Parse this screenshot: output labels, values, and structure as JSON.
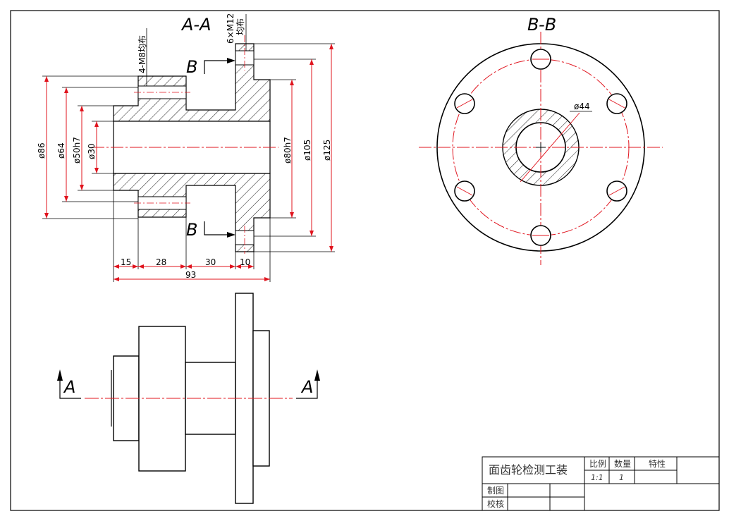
{
  "views": {
    "section_aa": "A-A",
    "section_bb": "B-B",
    "cut_a_left": "A",
    "cut_a_right": "A",
    "cut_b_top": "B",
    "cut_b_bottom": "B"
  },
  "notes": {
    "m8": "4-M8均布",
    "m12_line1": "6×M12",
    "m12_line2": "均布"
  },
  "dims": {
    "d86": "ø86",
    "d64": "ø64",
    "d50": "ø50h7",
    "d30": "ø30",
    "d80": "ø80h7",
    "d105": "ø105",
    "d125": "ø125",
    "d44": "ø44",
    "l15": "15",
    "l28": "28",
    "l30": "30",
    "l10": "10",
    "l93": "93"
  },
  "title_block": {
    "part_name": "面齿轮检测工装",
    "scale_label": "比例",
    "quantity_label": "数量",
    "property_label": "特性",
    "scale_value": "1:1",
    "quantity_value": "1",
    "drawn_by": "制图",
    "checked_by": "校核"
  },
  "colors": {
    "outline": "#000000",
    "centerline": "#e0141e",
    "dimension": "#e0141e",
    "hatch": "#000000"
  }
}
